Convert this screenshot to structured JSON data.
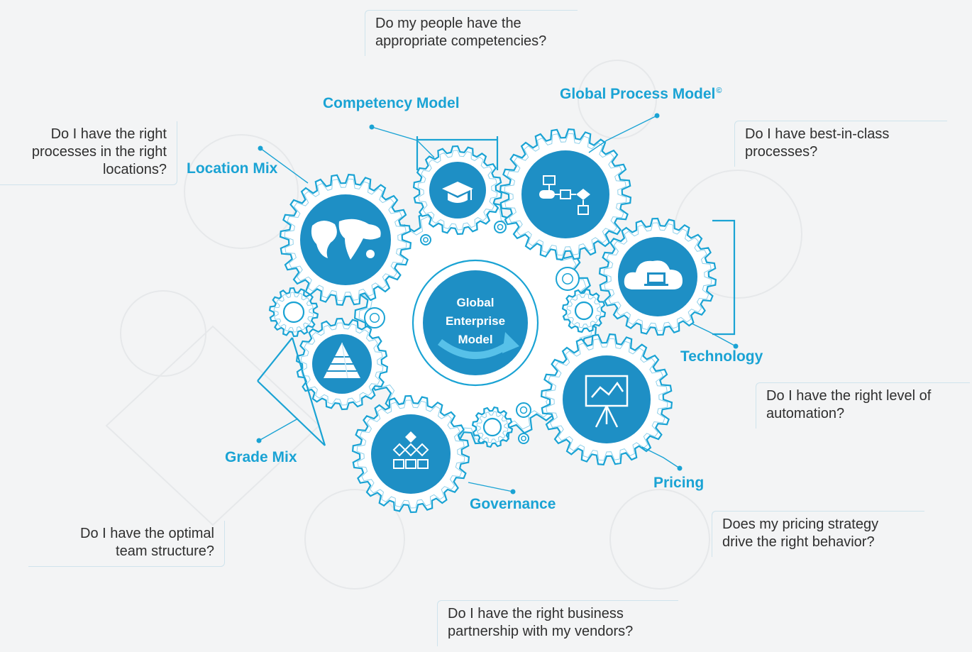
{
  "center": {
    "lines": [
      "Global",
      "Enterprise",
      "Model"
    ]
  },
  "labels": {
    "competency_model": "Competency Model",
    "global_process_model": "Global Process Model",
    "global_process_model_mark": "©",
    "location_mix": "Location Mix",
    "technology": "Technology",
    "grade_mix": "Grade Mix",
    "pricing": "Pricing",
    "governance": "Governance"
  },
  "questions": {
    "competencies": [
      "Do my people have the",
      "appropriate competencies?"
    ],
    "best_processes": [
      "Do I have best-in-class",
      "processes?"
    ],
    "process_locations": [
      "Do I have the right",
      "processes in the right",
      "locations?"
    ],
    "automation": [
      "Do I have the right level of",
      "automation?"
    ],
    "team_structure": [
      "Do I have the optimal",
      "team structure?"
    ],
    "pricing_strategy": [
      "Does my pricing strategy",
      "drive the right behavior?"
    ],
    "vendor_partnership": [
      "Do I have the right business",
      "partnership with my vendors?"
    ]
  },
  "colors": {
    "accent": "#1aa3d4",
    "icon_fill": "#1e8fc5",
    "background": "#f3f4f5",
    "text": "#2f2f2f"
  },
  "icons": {
    "competency": "graduation-cap-icon",
    "process": "flowchart-icon",
    "location": "world-map-icon",
    "technology": "cloud-laptop-icon",
    "grade": "pyramid-icon",
    "pricing": "presentation-chart-icon",
    "governance": "org-chart-icon"
  }
}
